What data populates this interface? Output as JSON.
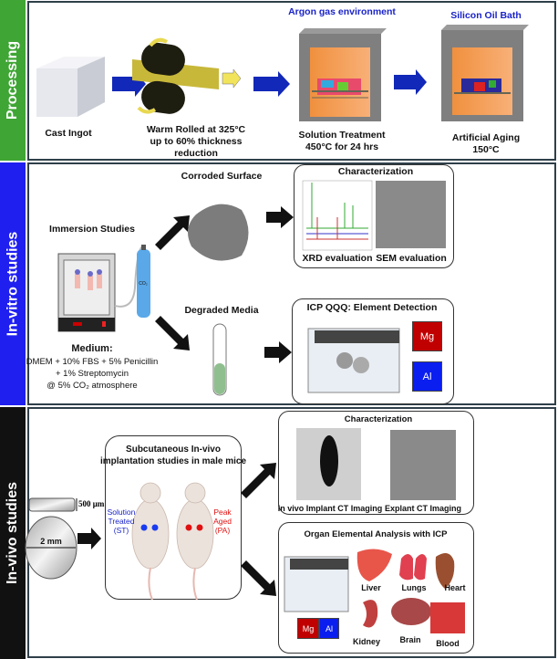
{
  "sections": {
    "processing": {
      "label": "Processing",
      "color": "#3fa535"
    },
    "in_vitro": {
      "label": "In-vitro studies",
      "color": "#1f1ff0"
    },
    "in_vivo": {
      "label": "In-vivo studies",
      "color": "#111111"
    }
  },
  "processing": {
    "cast_ingot": "Cast Ingot",
    "warm_rolled": [
      "Warm Rolled at 325°C",
      "up to 60% thickness",
      "reduction"
    ],
    "argon": "Argon gas environment",
    "solution_treatment": [
      "Solution Treatment",
      "450°C for 24 hrs"
    ],
    "silicon_oil": "Silicon Oil Bath",
    "aging": [
      "Artificial Aging",
      "150°C"
    ]
  },
  "in_vitro": {
    "immersion": "Immersion Studies",
    "co2_tank": "CO₂",
    "medium_title": "Medium:",
    "medium_lines": [
      "DMEM + 10% FBS + 5% Penicillin",
      "+ 1% Streptomycin",
      "@ 5% CO₂ atmosphere"
    ],
    "corroded": "Corroded Surface",
    "degraded": "Degraded Media",
    "characterization": {
      "title": "Characterization",
      "xrd": "XRD evaluation",
      "sem": "SEM evaluation"
    },
    "icp": {
      "title": "ICP QQQ: Element Detection",
      "mg": "Mg",
      "al": "Al"
    }
  },
  "in_vivo": {
    "thickness": "500 μm",
    "diameter": "2 mm",
    "mice_title": [
      "Subcutaneous In-vivo",
      "implantation studies in male mice"
    ],
    "st": [
      "Solution",
      "Treated",
      "(ST)"
    ],
    "pa": [
      "Peak",
      "Aged",
      "(PA)"
    ],
    "characterization": {
      "title": "Characterization",
      "ct": "In vivo Implant CT Imaging",
      "explant": "Explant CT Imaging"
    },
    "organ": {
      "title": "Organ Elemental Analysis with ICP",
      "mg": "Mg",
      "al": "Al",
      "organs": [
        "Liver",
        "Lungs",
        "Heart",
        "Kidney",
        "Brain",
        "Blood"
      ]
    }
  },
  "colors": {
    "arrow_blue": "#1228b8",
    "mg": "#c00000",
    "al": "#0a1ef0",
    "st_dot": "#1a3cf0",
    "pa_dot": "#e01010"
  }
}
